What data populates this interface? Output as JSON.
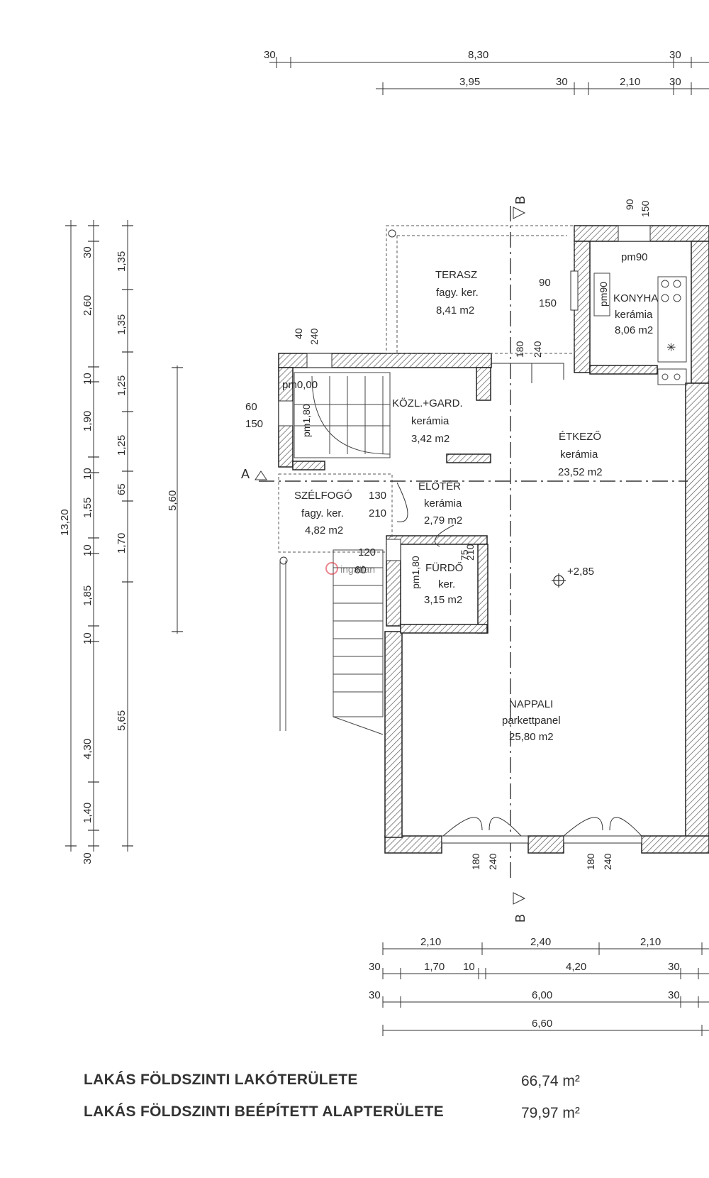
{
  "dimensions": {
    "top_row1": [
      "30",
      "8,30",
      "30"
    ],
    "top_row2": [
      "3,95",
      "30",
      "2,10",
      "30"
    ],
    "left_col1": [
      "30",
      "2,60",
      "10",
      "1,90",
      "10",
      "1,55",
      "10",
      "1,85",
      "10",
      "4,30",
      "1,40",
      "30"
    ],
    "left_col2": [
      "1,35",
      "1,35",
      "1,25",
      "1,25",
      "65",
      "1,70",
      "5,65"
    ],
    "left_total": "13,20",
    "left_mid": "5,60",
    "bottom_row1": [
      "2,10",
      "2,40",
      "2,10"
    ],
    "bottom_row2": [
      "30",
      "1,70",
      "10",
      "4,20",
      "30"
    ],
    "bottom_row3": [
      "30",
      "6,00",
      "30"
    ],
    "bottom_row4": [
      "6,60"
    ]
  },
  "openings": {
    "kitchen_window": [
      "90",
      "150"
    ],
    "terrace_window": [
      "90",
      "150"
    ],
    "stair_window_top": [
      "40",
      "240"
    ],
    "stair_window_left": [
      "60",
      "150"
    ],
    "terrace_door": [
      "180",
      "240"
    ],
    "szelfogo_door": [
      "130",
      "210"
    ],
    "bath_door": [
      "75",
      "210"
    ],
    "bath_window": [
      "120",
      "60"
    ],
    "bottom_door_left": [
      "180",
      "240"
    ],
    "bottom_door_right": [
      "180",
      "240"
    ]
  },
  "levels": {
    "kitchen": "pm90",
    "kitchen_sink": "pm90",
    "stair": "pm0,00",
    "stair2": "pm1,80",
    "bath": "pm1,80",
    "room_height": "+2,85"
  },
  "section_marks": {
    "b_top": "B",
    "b_bottom": "B",
    "a_left": "A"
  },
  "watermark": "ingatlan",
  "rooms": [
    {
      "name": "TERASZ",
      "finish": "fagy. ker.",
      "area": "8,41 m2"
    },
    {
      "name": "KONYHA",
      "finish": "kerámia",
      "area": "8,06 m2"
    },
    {
      "name": "KÖZL.+GARD.",
      "finish": "kerámia",
      "area": "3,42 m2"
    },
    {
      "name": "ÉTKEZŐ",
      "finish": "kerámia",
      "area": "23,52 m2"
    },
    {
      "name": "SZÉLFOGÓ",
      "finish": "fagy. ker.",
      "area": "4,82 m2"
    },
    {
      "name": "ELŐTÉR",
      "finish": "kerámia",
      "area": "2,79 m2"
    },
    {
      "name": "FÜRDŐ",
      "finish": "ker.",
      "area": "3,15 m2"
    },
    {
      "name": "NAPPALI",
      "finish": "parkettpanel",
      "area": "25,80 m2"
    }
  ],
  "summary": [
    {
      "label": "LAKÁS FÖLDSZINTI LAKÓTERÜLETE",
      "value": "66,74 m²"
    },
    {
      "label": "LAKÁS FÖLDSZINTI BEÉPÍTETT ALAPTERÜLETE",
      "value": "79,97 m²"
    }
  ]
}
